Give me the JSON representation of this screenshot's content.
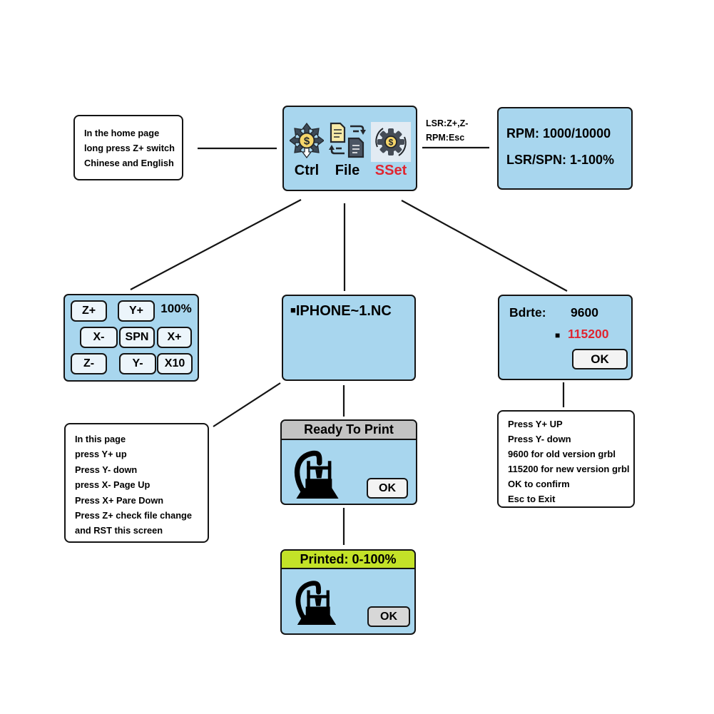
{
  "colors": {
    "screen_blue": "#a8d6ee",
    "header_gray": "#c3c3c3",
    "header_green": "#c3e228",
    "accent_red": "#e02530"
  },
  "home_note": {
    "line1": "In the home page",
    "line2": "long press Z+ switch",
    "line3": "Chinese and English"
  },
  "main_menu": {
    "ctrl_label": "Ctrl",
    "file_label": "File",
    "sset_label": "SSet"
  },
  "laser_note": {
    "line1": "LSR:Z+,Z-",
    "line2": "RPM:Esc"
  },
  "rpm_screen": {
    "line1": "RPM: 1000/10000",
    "line2": "LSR/SPN: 1-100%"
  },
  "jog_screen": {
    "z_plus": "Z+",
    "y_plus": "Y+",
    "percent": "100%",
    "x_minus": "X-",
    "spn": "SPN",
    "x_plus": "X+",
    "z_minus": "Z-",
    "y_minus": "Y-",
    "x10": "X10"
  },
  "file_screen": {
    "bullet": "■",
    "file_name": "IPHONE~1.NC"
  },
  "baud_screen": {
    "label": "Bdrte:",
    "current": "9600",
    "bullet": "■",
    "selected": "115200",
    "ok": "OK"
  },
  "file_note": {
    "lines": [
      "In this page",
      "press Y+ up",
      "Press Y- down",
      "press X- Page Up",
      "Press X+ Pare Down",
      "Press Z+ check file change",
      "and RST this screen"
    ]
  },
  "ready_screen": {
    "title": "Ready To Print",
    "ok": "OK"
  },
  "printed_screen": {
    "title": "Printed: 0-100%",
    "ok": "OK"
  },
  "baud_note": {
    "lines": [
      "Press Y+ UP",
      "Press Y- down",
      "9600 for old version grbl",
      "115200 for new version grbl",
      "OK to confirm",
      "Esc to Exit"
    ]
  }
}
